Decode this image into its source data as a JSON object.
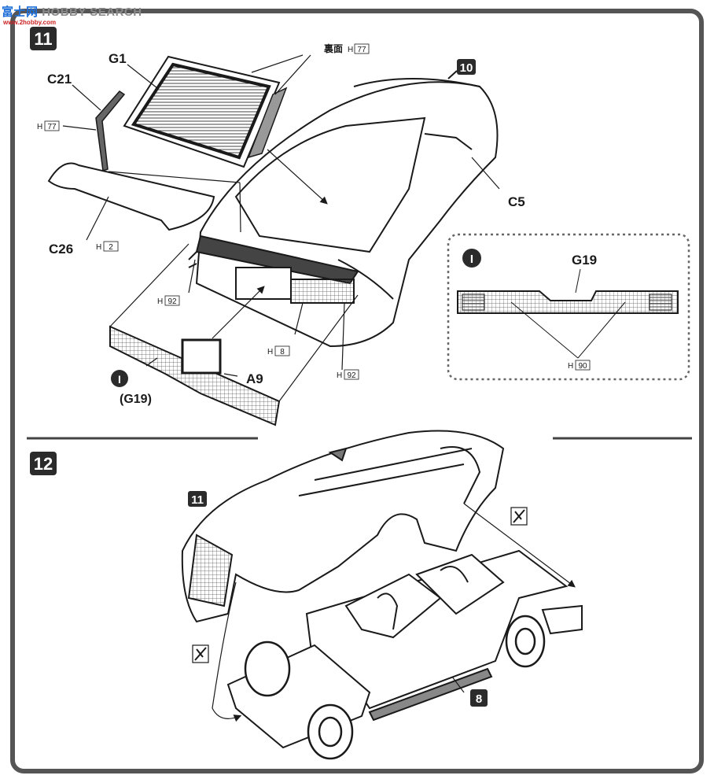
{
  "watermark": {
    "brand_cn": "富士网",
    "brand_en": "HOBBY SEARCH",
    "url": "www.2hobby.com"
  },
  "steps": [
    {
      "number": "11"
    },
    {
      "number": "12"
    }
  ],
  "step11": {
    "ref_step": "10",
    "labels": {
      "g1": "G1",
      "c21": "C21",
      "c26": "C26",
      "c5": "C5",
      "a9": "A9",
      "i_marker": "I",
      "g19_paren": "(G19)",
      "reverse_side": "裏面"
    },
    "paint_codes": {
      "h77_top": "77",
      "h77_left": "77",
      "h2": "2",
      "h92_left": "92",
      "h8": "8",
      "h92_right": "92",
      "h90": "90"
    },
    "paint_prefix": "H",
    "inset": {
      "marker": "I",
      "part": "G19",
      "paint_code": "90"
    }
  },
  "step12": {
    "ref_body": "11",
    "ref_chassis": "8"
  },
  "colors": {
    "ink": "#1a1a1a",
    "frame": "#555555",
    "paper": "#ffffff",
    "watermark_blue": "#1e6fd9"
  }
}
